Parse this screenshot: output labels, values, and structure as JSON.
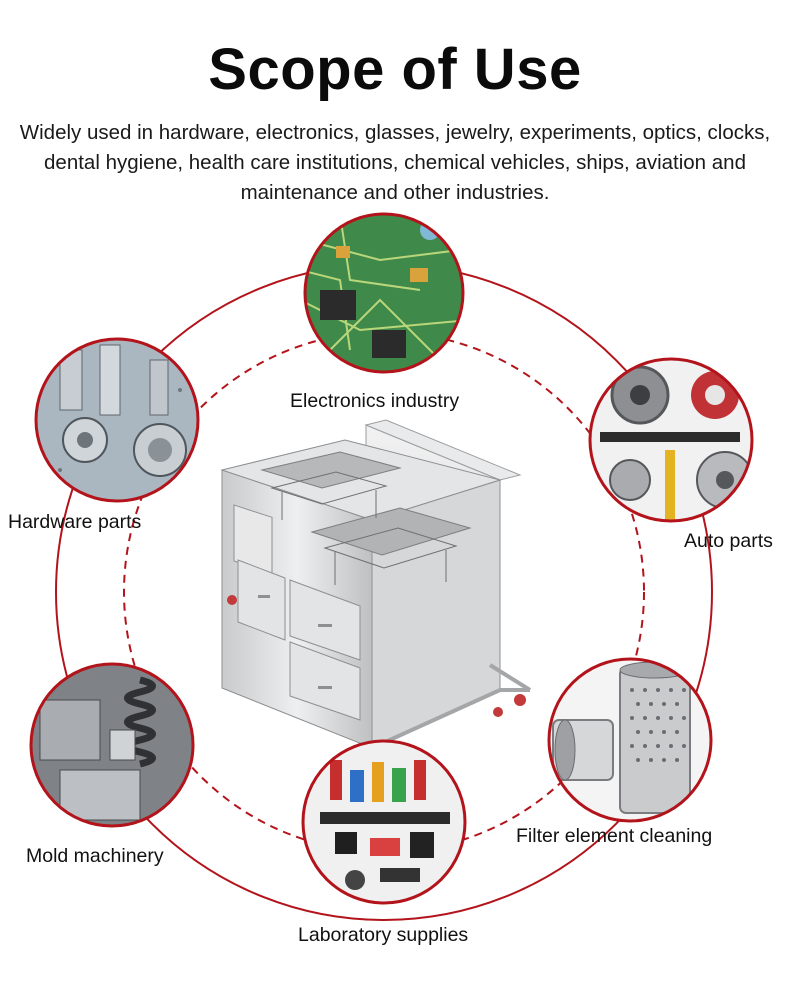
{
  "page": {
    "title": "Scope of Use",
    "description": "Widely used in hardware, electronics, glasses, jewelry, experiments, optics, clocks, dental hygiene, health care institutions, chemical vehicles, ships, aviation and maintenance and other industries."
  },
  "categories": [
    {
      "label": "Electronics industry",
      "icon": "circuit-board-photo"
    },
    {
      "label": "Hardware parts",
      "icon": "metal-parts-photo"
    },
    {
      "label": "Auto parts",
      "icon": "auto-parts-photo"
    },
    {
      "label": "Mold machinery",
      "icon": "mold-machinery-photo"
    },
    {
      "label": "Filter element cleaning",
      "icon": "filter-element-photo"
    },
    {
      "label": "Laboratory supplies",
      "icon": "lab-supplies-photo"
    }
  ],
  "center_product": {
    "icon": "ultrasonic-cleaner-machine"
  },
  "colors": {
    "accent": "#b3141b",
    "steel": "#d9dadb"
  }
}
